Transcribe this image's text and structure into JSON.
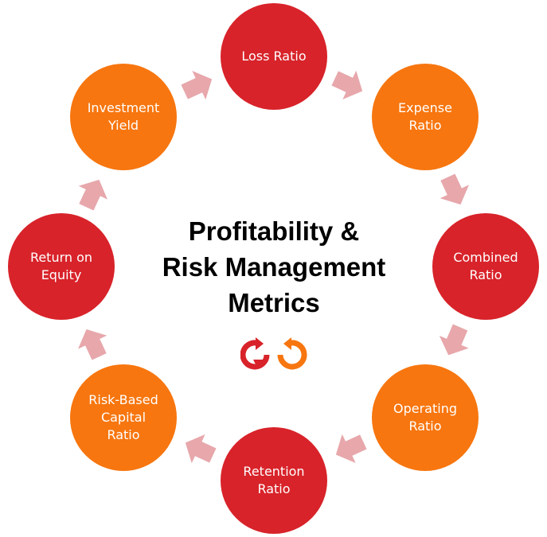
{
  "title": {
    "line1": "Profitability &",
    "line2": "Risk Management",
    "line3": "Metrics"
  },
  "nodes": {
    "loss_ratio": "Loss Ratio",
    "expense_ratio": "Expense\nRatio",
    "combined_ratio": "Combined\nRatio",
    "operating_ratio": "Operating\nRatio",
    "retention_ratio": "Retention\nRatio",
    "risk_based_capital_ratio": "Risk-Based\nCapital\nRatio",
    "return_on_equity": "Return on\nEquity",
    "investment_yield": "Investment\nYield"
  },
  "colors": {
    "red": "#d8232a",
    "orange": "#f7760f",
    "arrow": "#e7a7ab",
    "title": "#000000"
  },
  "icons": [
    "refresh-red-icon",
    "refresh-orange-icon"
  ]
}
